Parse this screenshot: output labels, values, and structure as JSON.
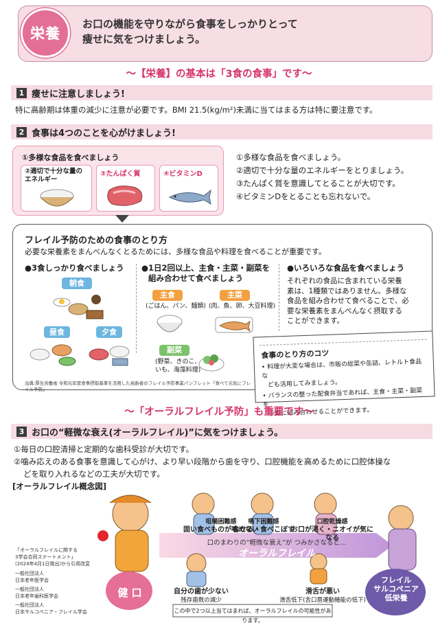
{
  "header": {
    "badge": "栄養",
    "line1": "お口の機能を守りながら食事をしっかりとって",
    "line2": "痩せに気をつけましょう。"
  },
  "subtitle1": "〜【栄養】の基本は「3食の食事」です〜",
  "sec1": {
    "num": "1",
    "title": "痩せに注意しましょう!",
    "body": "特に高齢期は体重の減少に注意が必要です。BMI 21.5(kg/m²)未満に当てはまる方は特に要注意です。"
  },
  "sec2": {
    "num": "2",
    "title": "食事は4つのことを心がけましょう!"
  },
  "food_box": {
    "top_label": "①多様な食品を食べましょう",
    "card1": "②適切で十分な量のエネルギー",
    "card2": "③たんぱく質",
    "card3": "④ビタミンD"
  },
  "rules": [
    "①多様な食品を食べましょう。",
    "②適切で十分な量のエネルギーをとりましょう。",
    "③たんぱく質を意識してとることが大切です。",
    "④ビタミンDをとることも忘れないで。"
  ],
  "frail": {
    "title": "フレイル予防のための食事のとり方",
    "intro": "必要な栄養素をまんべんなくとるためには、多様な食品や料理を食べることが重要です。",
    "col1_title": "●3食しっかり食べましょう",
    "breakfast": "朝食",
    "lunch": "昼食",
    "dinner": "夕食",
    "col2_title1": "●1日2回以上、主食・主菜・副菜を",
    "col2_title2": "組み合わせて食べましょう",
    "staple": "主食",
    "staple_desc": "(ごはん、パン、麺類)",
    "main": "主菜",
    "main_desc": "(肉、魚、卵、大豆料理)",
    "side": "副菜",
    "side_desc1": "(野菜、きのこ、",
    "side_desc2": "いも、海藻料理)",
    "col3_title": "●いろいろな食品を食べましょう",
    "col3_l1": "それぞれの食品に含まれている栄養",
    "col3_l2": "素は、1種類ではありません。多様な",
    "col3_l3": "食品を組み合わせて食べることで、必",
    "col3_l4": "要な栄養素をまんべんなく摂取する",
    "col3_l5": "ことができます。",
    "source": "出典:厚生労働省 令和元年度食事摂取基準を活用した高齢者のフレイル予防事業パンフレット「食べて元気にフレイル予防」"
  },
  "tips": {
    "title": "食事のとり方のコツ",
    "t1a": "• 料理が大変な場合は、市販の総菜や缶詰、レトルト食品な",
    "t1b": "ども活用してみましょう。",
    "t2a": "• バランスの整った配食弁当であれば、主食・主菜・副菜を",
    "t2b": "手軽に組み合わせることができます。"
  },
  "subtitle2": "〜「オーラルフレイル予防」も重要です〜",
  "sec3": {
    "num": "3",
    "title": "お口の“軽微な衰え(オーラルフレイル)”に気をつけましょう。",
    "p1": "①毎日の口腔清掃と定期的な歯科受診が大切です。",
    "p2a": "②噛み応えのある食事を意識して心がけ、より早い段階から歯を守り、口腔機能を高めるために口腔体操な",
    "p2b": "どを取り入れるなどの工夫が大切です。",
    "diagram_label": "[オーラルフレイル概念図]"
  },
  "concept": {
    "c1_head": "咀嚼困難感",
    "c1_body": "固い食べものが噛めない",
    "c2_head": "嚥下困難感",
    "c2_body": "むせる・食べこぼす",
    "c3_head": "口腔乾燥感",
    "c3_body": "お口が渇く・ニオイが気になる",
    "arrow_sub": "口のまわりの“軽微な衰え”が つみかさなると…",
    "arrow_main": "オーラルフレイル",
    "healthy": "健 口",
    "frail_end1": "フレイル",
    "frail_end2": "サルコペニア",
    "frail_end3": "低栄養",
    "teeth_head": "自分の歯が少ない",
    "teeth_body": "残存歯数の減少",
    "tongue_head": "滑舌が悪い",
    "tongue_body": "滑舌低下(舌口唇運動機能の低下)",
    "bottom_note": "この中で2つ以上当てはまれば、オーラルフレイルの可能性があります。",
    "ref1": "「オーラルフレイルに関する",
    "ref2": "3学会合同ステートメント」",
    "ref3": "(2024年4月1日発出)から引用改変",
    "org1a": "一般社団法人",
    "org1b": "日本老年医学会",
    "org2a": "一般社団法人",
    "org2b": "日本老年歯科医学会",
    "org3a": "一般社団法人",
    "org3b": "日本サルコペニア・フレイル学会"
  },
  "colors": {
    "pink": "#d6336c",
    "badge": "#e36f96",
    "header_bg": "#f7dde4"
  }
}
